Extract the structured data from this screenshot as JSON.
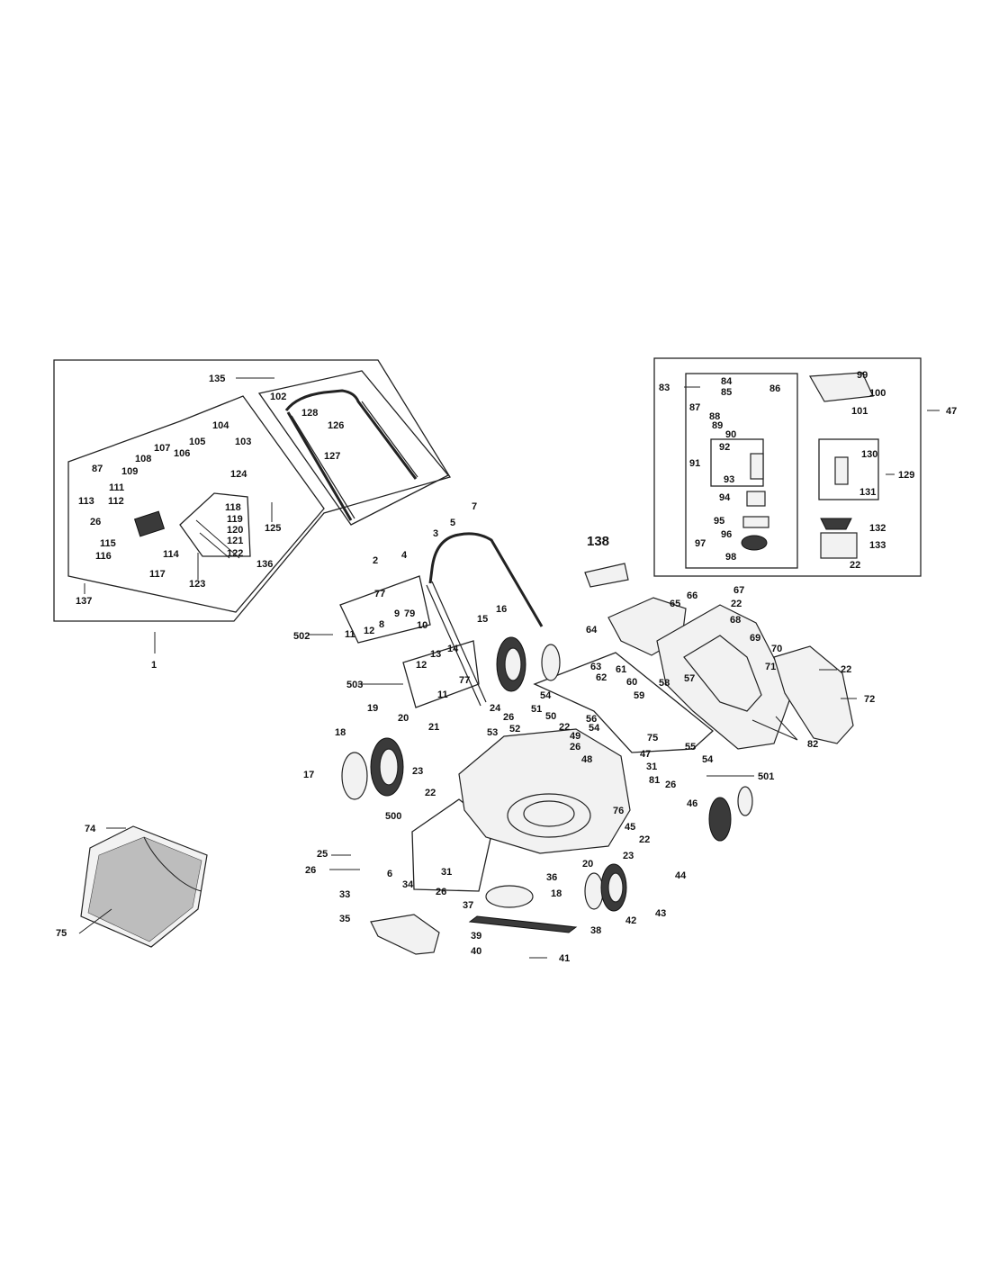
{
  "labels": [
    {
      "id": "1",
      "text": "1"
    },
    {
      "id": "2",
      "text": "2"
    },
    {
      "id": "3",
      "text": "3"
    },
    {
      "id": "4",
      "text": "4"
    },
    {
      "id": "5",
      "text": "5"
    },
    {
      "id": "6",
      "text": "6"
    },
    {
      "id": "7",
      "text": "7"
    },
    {
      "id": "8",
      "text": "8"
    },
    {
      "id": "9",
      "text": "9"
    },
    {
      "id": "10",
      "text": "10"
    },
    {
      "id": "11a",
      "text": "11"
    },
    {
      "id": "11b",
      "text": "11"
    },
    {
      "id": "12a",
      "text": "12"
    },
    {
      "id": "12b",
      "text": "12"
    },
    {
      "id": "13",
      "text": "13"
    },
    {
      "id": "14",
      "text": "14"
    },
    {
      "id": "15",
      "text": "15"
    },
    {
      "id": "16",
      "text": "16"
    },
    {
      "id": "17",
      "text": "17"
    },
    {
      "id": "18a",
      "text": "18"
    },
    {
      "id": "18b",
      "text": "18"
    },
    {
      "id": "19",
      "text": "19"
    },
    {
      "id": "20a",
      "text": "20"
    },
    {
      "id": "20b",
      "text": "20"
    },
    {
      "id": "21",
      "text": "21"
    },
    {
      "id": "22a",
      "text": "22"
    },
    {
      "id": "22b",
      "text": "22"
    },
    {
      "id": "22c",
      "text": "22"
    },
    {
      "id": "22d",
      "text": "22"
    },
    {
      "id": "22e",
      "text": "22"
    },
    {
      "id": "22f",
      "text": "22"
    },
    {
      "id": "23a",
      "text": "23"
    },
    {
      "id": "23b",
      "text": "23"
    },
    {
      "id": "24",
      "text": "24"
    },
    {
      "id": "25",
      "text": "25"
    },
    {
      "id": "26a",
      "text": "26"
    },
    {
      "id": "26b",
      "text": "26"
    },
    {
      "id": "26c",
      "text": "26"
    },
    {
      "id": "26d",
      "text": "26"
    },
    {
      "id": "26e",
      "text": "26"
    },
    {
      "id": "26f",
      "text": "26"
    },
    {
      "id": "31a",
      "text": "31"
    },
    {
      "id": "31b",
      "text": "31"
    },
    {
      "id": "33",
      "text": "33"
    },
    {
      "id": "34",
      "text": "34"
    },
    {
      "id": "35",
      "text": "35"
    },
    {
      "id": "36",
      "text": "36"
    },
    {
      "id": "37",
      "text": "37"
    },
    {
      "id": "38",
      "text": "38"
    },
    {
      "id": "39",
      "text": "39"
    },
    {
      "id": "40",
      "text": "40"
    },
    {
      "id": "41",
      "text": "41"
    },
    {
      "id": "42",
      "text": "42"
    },
    {
      "id": "43",
      "text": "43"
    },
    {
      "id": "44",
      "text": "44"
    },
    {
      "id": "45",
      "text": "45"
    },
    {
      "id": "46",
      "text": "46"
    },
    {
      "id": "47a",
      "text": "47"
    },
    {
      "id": "47b",
      "text": "47"
    },
    {
      "id": "48",
      "text": "48"
    },
    {
      "id": "49",
      "text": "49"
    },
    {
      "id": "50",
      "text": "50"
    },
    {
      "id": "51",
      "text": "51"
    },
    {
      "id": "52",
      "text": "52"
    },
    {
      "id": "53",
      "text": "53"
    },
    {
      "id": "54a",
      "text": "54"
    },
    {
      "id": "54b",
      "text": "54"
    },
    {
      "id": "54c",
      "text": "54"
    },
    {
      "id": "55",
      "text": "55"
    },
    {
      "id": "56",
      "text": "56"
    },
    {
      "id": "57",
      "text": "57"
    },
    {
      "id": "58",
      "text": "58"
    },
    {
      "id": "59",
      "text": "59"
    },
    {
      "id": "60",
      "text": "60"
    },
    {
      "id": "61",
      "text": "61"
    },
    {
      "id": "62",
      "text": "62"
    },
    {
      "id": "63",
      "text": "63"
    },
    {
      "id": "64",
      "text": "64"
    },
    {
      "id": "65",
      "text": "65"
    },
    {
      "id": "66",
      "text": "66"
    },
    {
      "id": "67",
      "text": "67"
    },
    {
      "id": "68",
      "text": "68"
    },
    {
      "id": "69",
      "text": "69"
    },
    {
      "id": "70",
      "text": "70"
    },
    {
      "id": "71",
      "text": "71"
    },
    {
      "id": "72",
      "text": "72"
    },
    {
      "id": "74",
      "text": "74"
    },
    {
      "id": "75a",
      "text": "75"
    },
    {
      "id": "75b",
      "text": "75"
    },
    {
      "id": "76",
      "text": "76"
    },
    {
      "id": "77a",
      "text": "77"
    },
    {
      "id": "77b",
      "text": "77"
    },
    {
      "id": "79",
      "text": "79"
    },
    {
      "id": "81",
      "text": "81"
    },
    {
      "id": "82",
      "text": "82"
    },
    {
      "id": "83",
      "text": "83"
    },
    {
      "id": "84",
      "text": "84"
    },
    {
      "id": "85",
      "text": "85"
    },
    {
      "id": "86",
      "text": "86"
    },
    {
      "id": "87a",
      "text": "87"
    },
    {
      "id": "87b",
      "text": "87"
    },
    {
      "id": "88",
      "text": "88"
    },
    {
      "id": "89",
      "text": "89"
    },
    {
      "id": "90",
      "text": "90"
    },
    {
      "id": "91",
      "text": "91"
    },
    {
      "id": "92",
      "text": "92"
    },
    {
      "id": "93",
      "text": "93"
    },
    {
      "id": "94",
      "text": "94"
    },
    {
      "id": "95",
      "text": "95"
    },
    {
      "id": "96",
      "text": "96"
    },
    {
      "id": "97",
      "text": "97"
    },
    {
      "id": "98",
      "text": "98"
    },
    {
      "id": "99",
      "text": "99"
    },
    {
      "id": "100",
      "text": "100"
    },
    {
      "id": "101",
      "text": "101"
    },
    {
      "id": "102",
      "text": "102"
    },
    {
      "id": "103",
      "text": "103"
    },
    {
      "id": "104",
      "text": "104"
    },
    {
      "id": "105",
      "text": "105"
    },
    {
      "id": "106",
      "text": "106"
    },
    {
      "id": "107",
      "text": "107"
    },
    {
      "id": "108",
      "text": "108"
    },
    {
      "id": "109",
      "text": "109"
    },
    {
      "id": "111",
      "text": "111"
    },
    {
      "id": "112",
      "text": "112"
    },
    {
      "id": "113",
      "text": "113"
    },
    {
      "id": "114",
      "text": "114"
    },
    {
      "id": "115",
      "text": "115"
    },
    {
      "id": "116",
      "text": "116"
    },
    {
      "id": "117",
      "text": "117"
    },
    {
      "id": "118",
      "text": "118"
    },
    {
      "id": "119",
      "text": "119"
    },
    {
      "id": "120",
      "text": "120"
    },
    {
      "id": "121",
      "text": "121"
    },
    {
      "id": "122",
      "text": "122"
    },
    {
      "id": "123",
      "text": "123"
    },
    {
      "id": "124",
      "text": "124"
    },
    {
      "id": "125",
      "text": "125"
    },
    {
      "id": "126",
      "text": "126"
    },
    {
      "id": "127",
      "text": "127"
    },
    {
      "id": "128",
      "text": "128"
    },
    {
      "id": "129",
      "text": "129"
    },
    {
      "id": "130",
      "text": "130"
    },
    {
      "id": "131",
      "text": "131"
    },
    {
      "id": "132",
      "text": "132"
    },
    {
      "id": "133",
      "text": "133"
    },
    {
      "id": "135",
      "text": "135"
    },
    {
      "id": "136",
      "text": "136"
    },
    {
      "id": "137",
      "text": "137"
    },
    {
      "id": "138",
      "text": "138"
    },
    {
      "id": "500",
      "text": "500"
    },
    {
      "id": "501",
      "text": "501"
    },
    {
      "id": "502",
      "text": "502"
    },
    {
      "id": "503",
      "text": "503"
    }
  ]
}
